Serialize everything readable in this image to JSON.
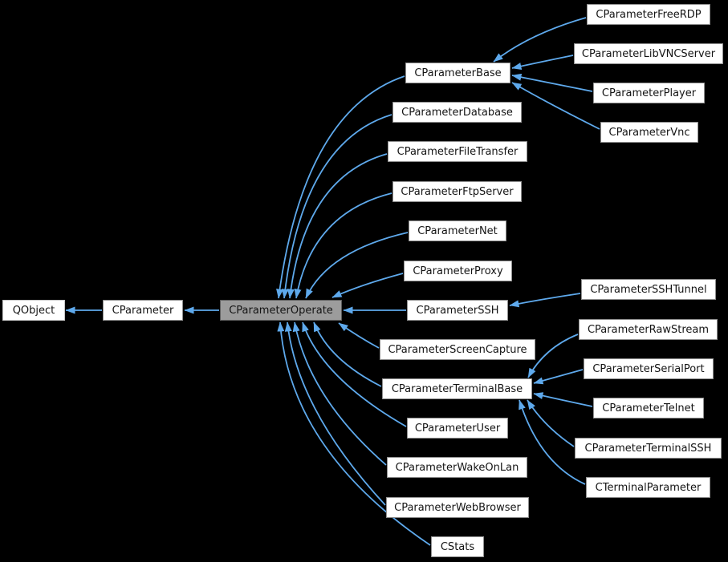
{
  "diagram": {
    "type": "class-inheritance-graph",
    "highlighted_node": "CParameterOperate",
    "nodes": {
      "qobject": "QObject",
      "cparameter": "CParameter",
      "cparameteroperate": "CParameterOperate",
      "cparameterbase": "CParameterBase",
      "cparameterfreerdp": "CParameterFreeRDP",
      "cparameterlibvncserver": "CParameterLibVNCServer",
      "cparameterplayer": "CParameterPlayer",
      "cparametervnc": "CParameterVnc",
      "cparameterdatabase": "CParameterDatabase",
      "cparameterfiletransfer": "CParameterFileTransfer",
      "cparameterftpserver": "CParameterFtpServer",
      "cparameternet": "CParameterNet",
      "cparameterproxy": "CParameterProxy",
      "cparameterssh": "CParameterSSH",
      "cparametersshtunnel": "CParameterSSHTunnel",
      "cparameterscreencapture": "CParameterScreenCapture",
      "cparameterterminalbase": "CParameterTerminalBase",
      "cparameterrawstream": "CParameterRawStream",
      "cparameterserialport": "CParameterSerialPort",
      "cparametertelnet": "CParameterTelnet",
      "cparameterterminalssh": "CParameterTerminalSSH",
      "cterminalparameter": "CTerminalParameter",
      "cparameteruser": "CParameterUser",
      "cparameterwakeonlan": "CParameterWakeOnLan",
      "cparameterwebbrowser": "CParameterWebBrowser",
      "cstats": "CStats"
    },
    "edges": [
      {
        "derived": "CParameter",
        "base": "QObject"
      },
      {
        "derived": "CParameterOperate",
        "base": "CParameter"
      },
      {
        "derived": "CParameterBase",
        "base": "CParameterOperate"
      },
      {
        "derived": "CParameterDatabase",
        "base": "CParameterOperate"
      },
      {
        "derived": "CParameterFileTransfer",
        "base": "CParameterOperate"
      },
      {
        "derived": "CParameterFtpServer",
        "base": "CParameterOperate"
      },
      {
        "derived": "CParameterNet",
        "base": "CParameterOperate"
      },
      {
        "derived": "CParameterProxy",
        "base": "CParameterOperate"
      },
      {
        "derived": "CParameterSSH",
        "base": "CParameterOperate"
      },
      {
        "derived": "CParameterScreenCapture",
        "base": "CParameterOperate"
      },
      {
        "derived": "CParameterTerminalBase",
        "base": "CParameterOperate"
      },
      {
        "derived": "CParameterUser",
        "base": "CParameterOperate"
      },
      {
        "derived": "CParameterWakeOnLan",
        "base": "CParameterOperate"
      },
      {
        "derived": "CParameterWebBrowser",
        "base": "CParameterOperate"
      },
      {
        "derived": "CStats",
        "base": "CParameterOperate"
      },
      {
        "derived": "CParameterFreeRDP",
        "base": "CParameterBase"
      },
      {
        "derived": "CParameterLibVNCServer",
        "base": "CParameterBase"
      },
      {
        "derived": "CParameterPlayer",
        "base": "CParameterBase"
      },
      {
        "derived": "CParameterVnc",
        "base": "CParameterBase"
      },
      {
        "derived": "CParameterSSHTunnel",
        "base": "CParameterSSH"
      },
      {
        "derived": "CParameterRawStream",
        "base": "CParameterTerminalBase"
      },
      {
        "derived": "CParameterSerialPort",
        "base": "CParameterTerminalBase"
      },
      {
        "derived": "CParameterTelnet",
        "base": "CParameterTerminalBase"
      },
      {
        "derived": "CParameterTerminalSSH",
        "base": "CParameterTerminalBase"
      },
      {
        "derived": "CTerminalParameter",
        "base": "CParameterTerminalBase"
      }
    ]
  },
  "colors": {
    "background": "#000000",
    "node_fill": "#ffffff",
    "node_border": "#8f8f8f",
    "external_node_border": "#c4c4c4",
    "highlight_fill": "#9c9c9c",
    "highlight_border": "#5c5c5c",
    "edge": "#5ea9ec",
    "text": "#141414"
  }
}
